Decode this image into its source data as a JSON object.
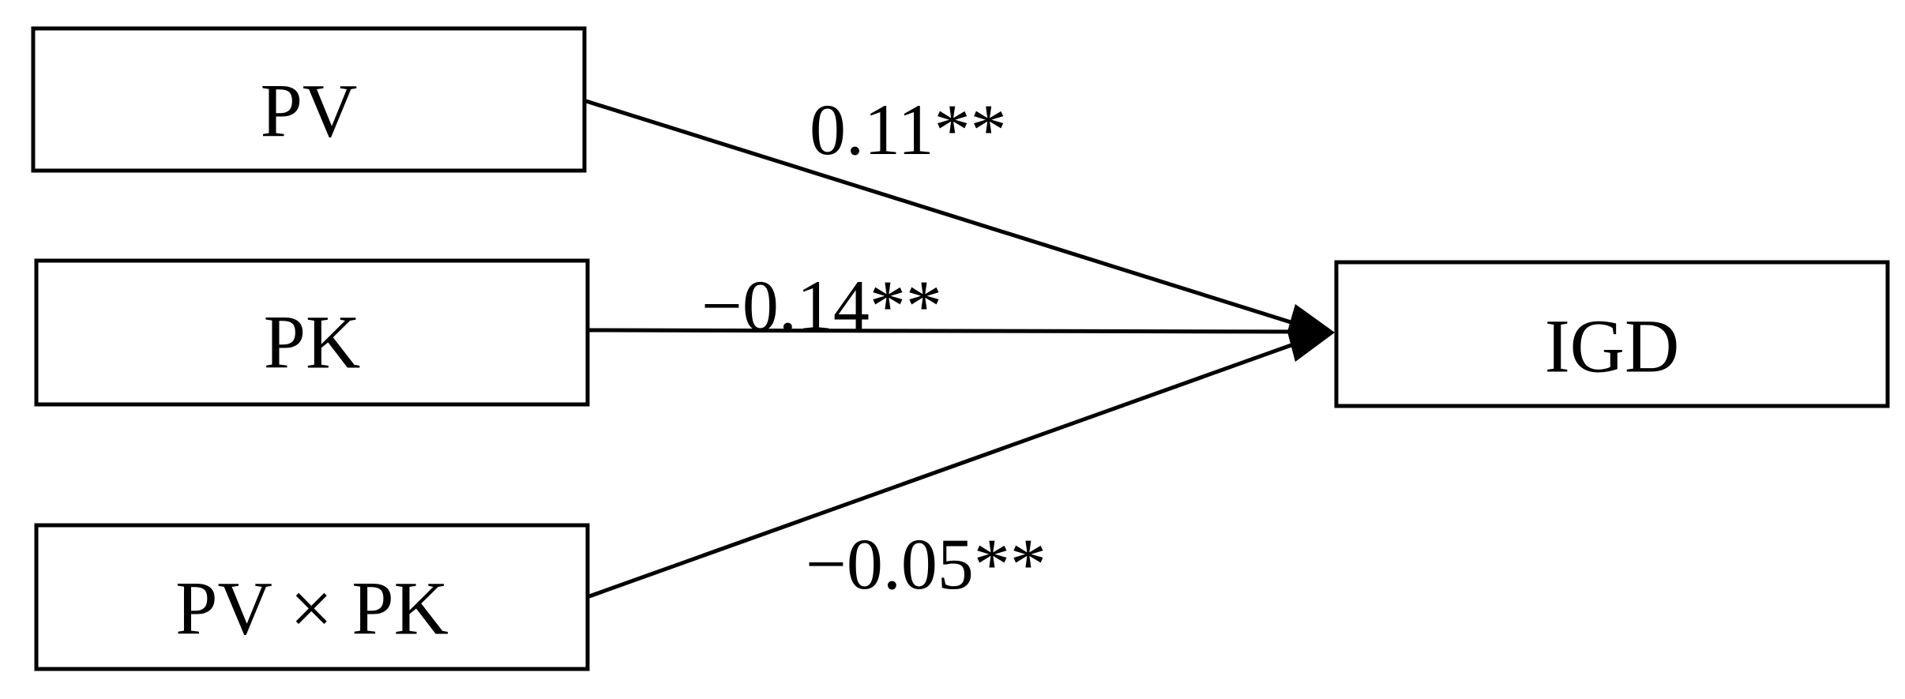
{
  "nodes": {
    "pv": {
      "label": "PV"
    },
    "pk": {
      "label": "PK"
    },
    "pv_x_pk": {
      "label": "PV × PK"
    },
    "igd": {
      "label": "IGD"
    }
  },
  "edges": {
    "pv_to_igd": {
      "coefficient": "0.11**"
    },
    "pk_to_igd": {
      "coefficient": "−0.14**"
    },
    "pvxpk_to_igd": {
      "coefficient": "−0.05**"
    }
  }
}
